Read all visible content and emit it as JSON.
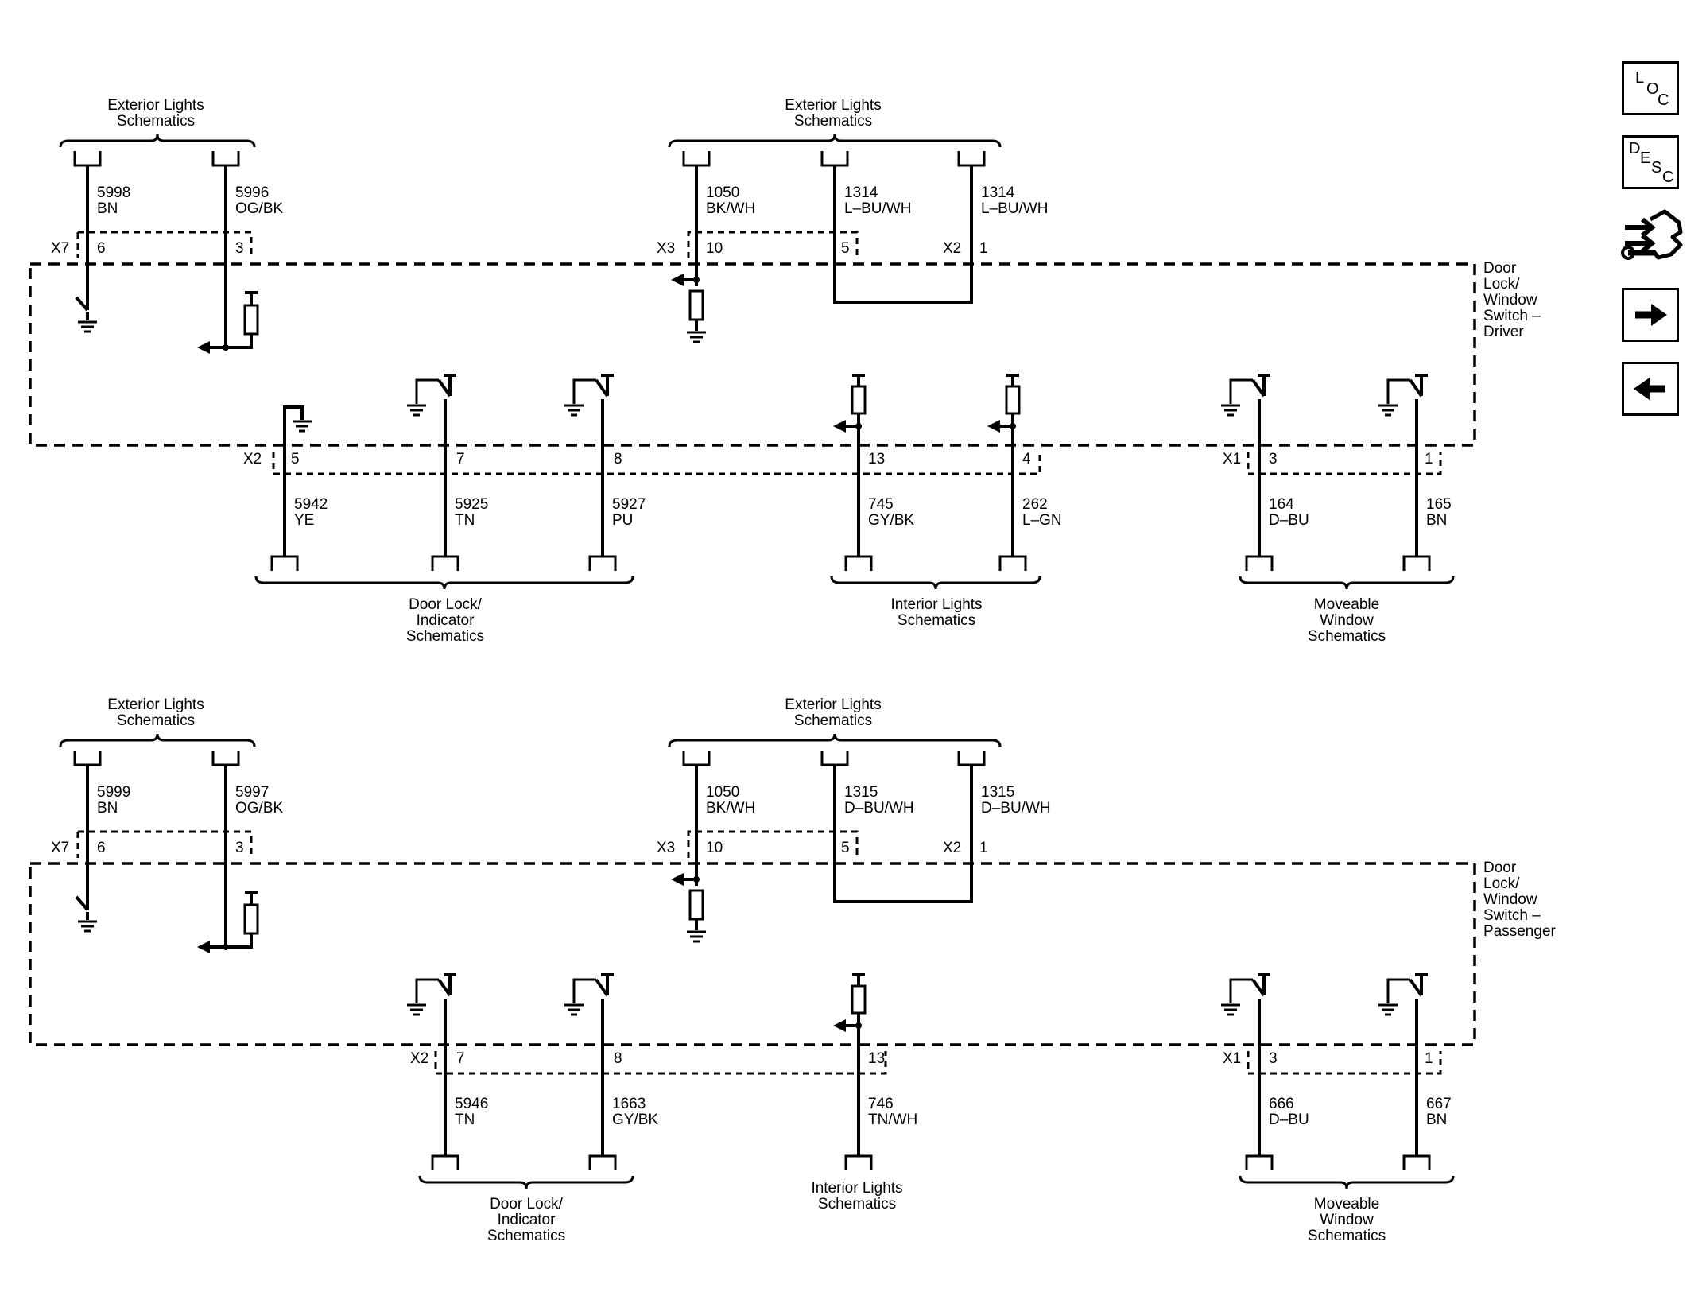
{
  "nav": {
    "loc": [
      "L",
      "O",
      "C"
    ],
    "desc": [
      "D",
      "E",
      "S",
      "C"
    ]
  },
  "driver": {
    "module_label": [
      "Door",
      "Lock/",
      "Window",
      "Switch –",
      "Driver"
    ],
    "ext_left": [
      "Exterior Lights",
      "Schematics"
    ],
    "ext_mid": [
      "Exterior Lights",
      "Schematics"
    ],
    "w5998": [
      "5998",
      "BN"
    ],
    "w5996": [
      "5996",
      "OG/BK"
    ],
    "w1050": [
      "1050",
      "BK/WH"
    ],
    "w1314a": [
      "1314",
      "L–BU/WH"
    ],
    "w1314b": [
      "1314",
      "L–BU/WH"
    ],
    "x7": "X7",
    "x7p6": "6",
    "x7p3": "3",
    "x3": "X3",
    "x3p10": "10",
    "x3p5": "5",
    "x2top": "X2",
    "x2topp1": "1",
    "x2": "X2",
    "x2p5": "5",
    "x2p7": "7",
    "x2p8": "8",
    "x2p13": "13",
    "x2p4": "4",
    "x1": "X1",
    "x1p3": "3",
    "x1p1": "1",
    "w5942": [
      "5942",
      "YE"
    ],
    "w5925": [
      "5925",
      "TN"
    ],
    "w5927": [
      "5927",
      "PU"
    ],
    "w745": [
      "745",
      "GY/BK"
    ],
    "w262": [
      "262",
      "L–GN"
    ],
    "w164": [
      "164",
      "D–BU"
    ],
    "w165": [
      "165",
      "BN"
    ],
    "door_lock": [
      "Door Lock/",
      "Indicator",
      "Schematics"
    ],
    "interior": [
      "Interior Lights",
      "Schematics"
    ],
    "moveable": [
      "Moveable",
      "Window",
      "Schematics"
    ]
  },
  "passenger": {
    "module_label": [
      "Door",
      "Lock/",
      "Window",
      "Switch –",
      "Passenger"
    ],
    "ext_left": [
      "Exterior Lights",
      "Schematics"
    ],
    "ext_mid": [
      "Exterior Lights",
      "Schematics"
    ],
    "w5999": [
      "5999",
      "BN"
    ],
    "w5997": [
      "5997",
      "OG/BK"
    ],
    "w1050": [
      "1050",
      "BK/WH"
    ],
    "w1315a": [
      "1315",
      "D–BU/WH"
    ],
    "w1315b": [
      "1315",
      "D–BU/WH"
    ],
    "x7": "X7",
    "x7p6": "6",
    "x7p3": "3",
    "x3": "X3",
    "x3p10": "10",
    "x3p5": "5",
    "x2top": "X2",
    "x2topp1": "1",
    "x2": "X2",
    "x2p7": "7",
    "x2p8": "8",
    "x2p13": "13",
    "x1": "X1",
    "x1p3": "3",
    "x1p1": "1",
    "w5946": [
      "5946",
      "TN"
    ],
    "w1663": [
      "1663",
      "GY/BK"
    ],
    "w746": [
      "746",
      "TN/WH"
    ],
    "w666": [
      "666",
      "D–BU"
    ],
    "w667": [
      "667",
      "BN"
    ],
    "door_lock": [
      "Door Lock/",
      "Indicator",
      "Schematics"
    ],
    "interior": [
      "Interior Lights",
      "Schematics"
    ],
    "moveable": [
      "Moveable",
      "Window",
      "Schematics"
    ]
  }
}
